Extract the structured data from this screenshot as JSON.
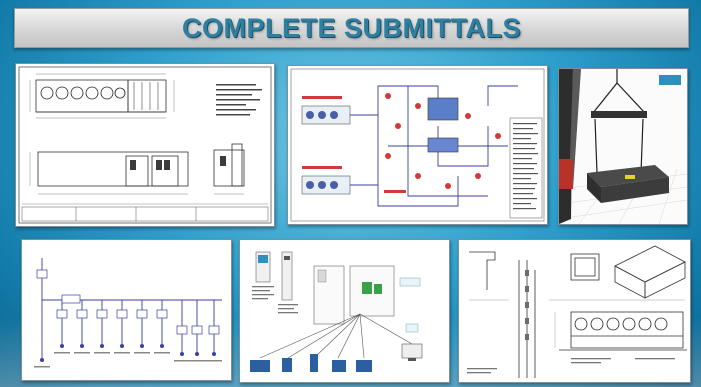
{
  "banner": {
    "title": "COMPLETE SUBMITTALS"
  },
  "thumbnails": [
    {
      "id": "dimensioned-drawing",
      "icon": "elevation-drawing-icon"
    },
    {
      "id": "piping-schematic",
      "icon": "piping-diagram-icon"
    },
    {
      "id": "lifting-rigging",
      "icon": "crane-lift-icon"
    },
    {
      "id": "single-line-diagram",
      "icon": "electrical-one-line-icon"
    },
    {
      "id": "controls-architecture",
      "icon": "controls-network-icon"
    },
    {
      "id": "installation-details",
      "icon": "detail-drawing-icon"
    }
  ],
  "colors": {
    "background": "#2e9fcc",
    "title": "#2f7fa0",
    "line": "#3a3fa0",
    "accent_red": "#d23a3a",
    "steel": "#5a6e7a"
  }
}
